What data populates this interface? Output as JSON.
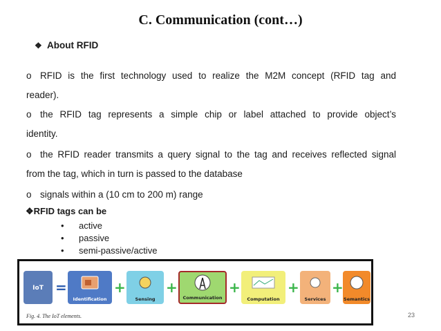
{
  "title": "C. Communication (cont…)",
  "about_heading": "About RFID",
  "paragraphs": [
    {
      "lines": [
        "RFID is the first technology used to realize the M2M concept (RFID tag and",
        "reader)."
      ]
    },
    {
      "lines": [
        "the RFID tag represents a simple chip or label attached to provide object’s",
        "identity."
      ]
    },
    {
      "lines": [
        "the RFID reader transmits a query signal to the tag and receives reflected signal",
        "from the tag, which in turn is passed to the database"
      ]
    },
    {
      "lines": [
        "signals within a (10 cm to 200 m) range"
      ]
    }
  ],
  "tags_heading": "RFID tags can be",
  "tag_types": [
    "active",
    "passive",
    "semi-passive/active"
  ],
  "figure": {
    "elements": [
      {
        "label": "IoT",
        "color": "#5b7db8"
      },
      {
        "label": "Identification",
        "color": "#4f7ac6"
      },
      {
        "label": "Sensing",
        "color": "#7fd0e6"
      },
      {
        "label": "Communication",
        "color": "#9fd870"
      },
      {
        "label": "Computation",
        "color": "#f2ef7a"
      },
      {
        "label": "Services",
        "color": "#f3b27a"
      },
      {
        "label": "Semantics",
        "color": "#f28a2a"
      }
    ],
    "caption": "Fig. 4.  The IoT elements."
  },
  "page_number": "23"
}
